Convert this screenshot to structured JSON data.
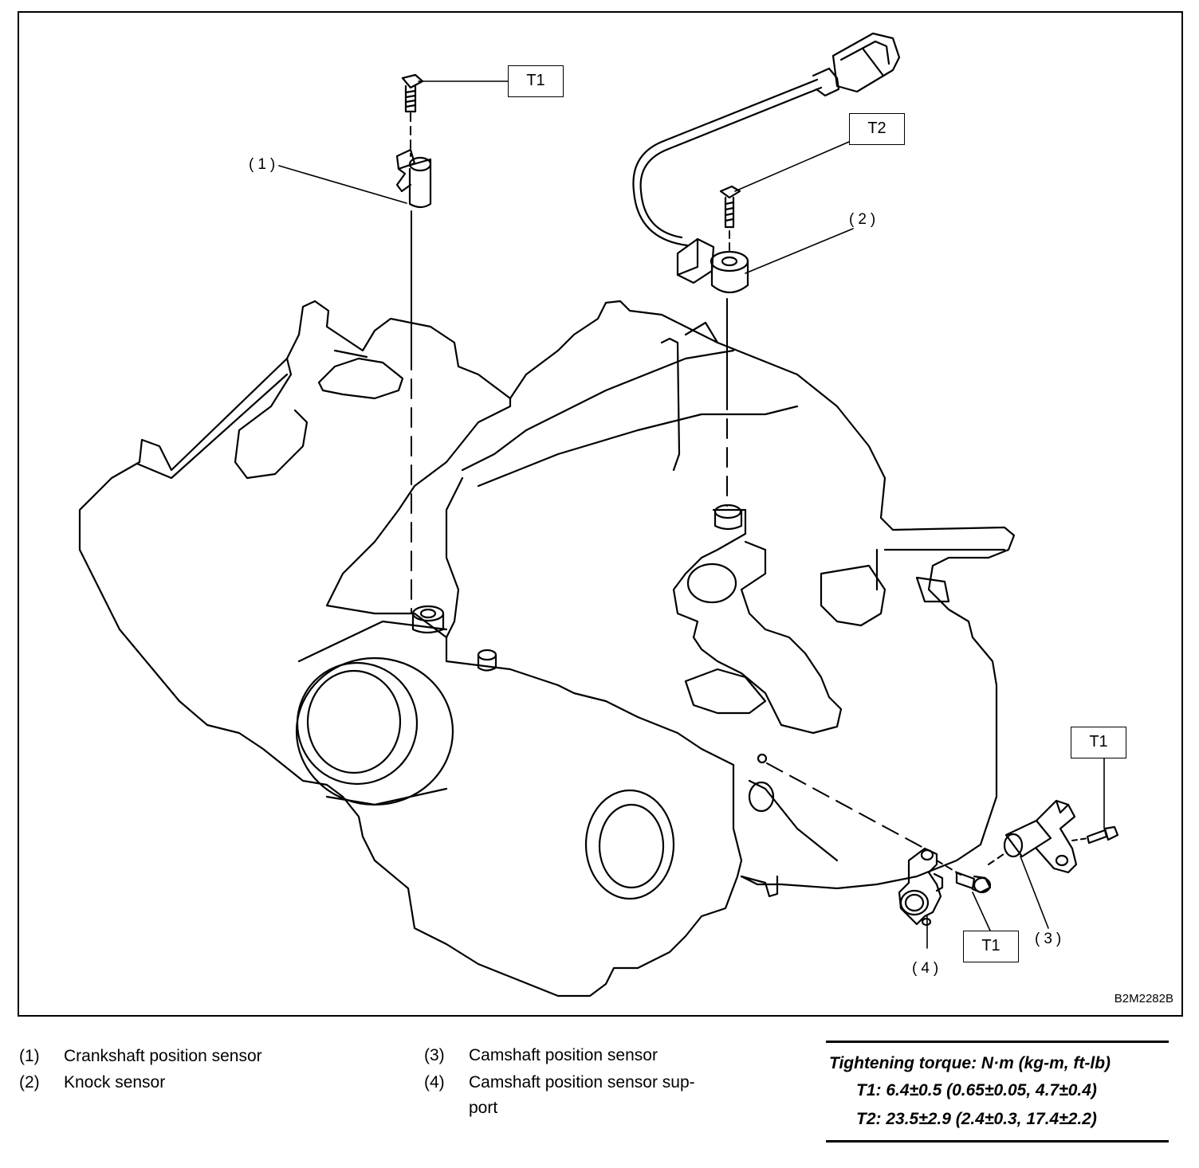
{
  "figure": {
    "code": "B2M2282B",
    "callouts": {
      "t1_top": "T1",
      "t2": "T2",
      "t1_right": "T1",
      "t1_bottom": "T1",
      "num1": "(1)",
      "num2": "(2)",
      "num3": "(3)",
      "num4": "(4)"
    }
  },
  "legend": {
    "items": [
      {
        "num": "(1)",
        "text": "Crankshaft position sensor"
      },
      {
        "num": "(2)",
        "text": "Knock sensor"
      },
      {
        "num": "(3)",
        "text": "Camshaft position sensor"
      },
      {
        "num": "(4)",
        "text": "Camshaft position sensor sup-",
        "text2": "port"
      }
    ]
  },
  "torque": {
    "heading": "Tightening torque: N·m (kg-m, ft-lb)",
    "t1": "T1: 6.4±0.5 (0.65±0.05, 4.7±0.4)",
    "t2": "T2: 23.5±2.9 (2.4±0.3, 17.4±2.2)"
  }
}
